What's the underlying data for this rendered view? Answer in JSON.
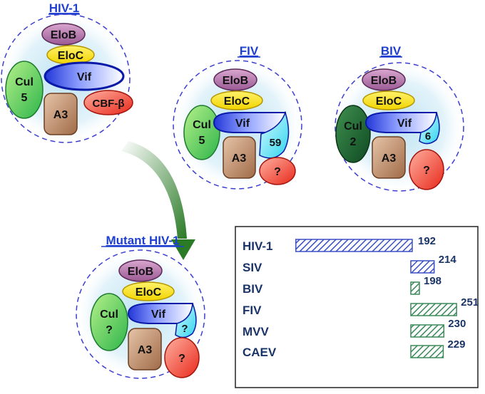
{
  "panels": {
    "hiv1": {
      "title": "HIV-1",
      "elob": "EloB",
      "eloc": "EloC",
      "cul": "Cul",
      "cul_num": "5",
      "vif": "Vif",
      "a3": "A3",
      "cbf": "CBF-β"
    },
    "fiv": {
      "title": "FIV",
      "elob": "EloB",
      "eloc": "EloC",
      "cul": "Cul",
      "cul_num": "5",
      "vif": "Vif",
      "a3": "A3",
      "extra": "59",
      "unknown": "?"
    },
    "biv": {
      "title": "BIV",
      "elob": "EloB",
      "eloc": "EloC",
      "cul": "Cul",
      "cul_num": "2",
      "vif": "Vif",
      "a3": "A3",
      "extra": "6",
      "unknown": "?"
    },
    "mutant": {
      "title": "Mutant HIV-1",
      "elob": "EloB",
      "eloc": "EloC",
      "cul": "Cul",
      "cul_num": "?",
      "vif": "Vif",
      "a3": "A3",
      "extra": "?",
      "unknown": "?"
    }
  },
  "vif_lengths": [
    {
      "name": "HIV-1",
      "value": 192,
      "label": "192"
    },
    {
      "name": "SIV",
      "value": 214,
      "label": "214"
    },
    {
      "name": "BIV",
      "value": 198,
      "label": "198"
    },
    {
      "name": "FIV",
      "value": 251,
      "label": "251"
    },
    {
      "name": "MVV",
      "value": 230,
      "label": "230"
    },
    {
      "name": "CAEV",
      "value": 229,
      "label": "229"
    }
  ],
  "colors": {
    "hiv_bar": "#3b4fc4",
    "siv_bar": "#3b4fc4",
    "green_bar": "#3a8a5a",
    "title": "#1f3fcf"
  }
}
